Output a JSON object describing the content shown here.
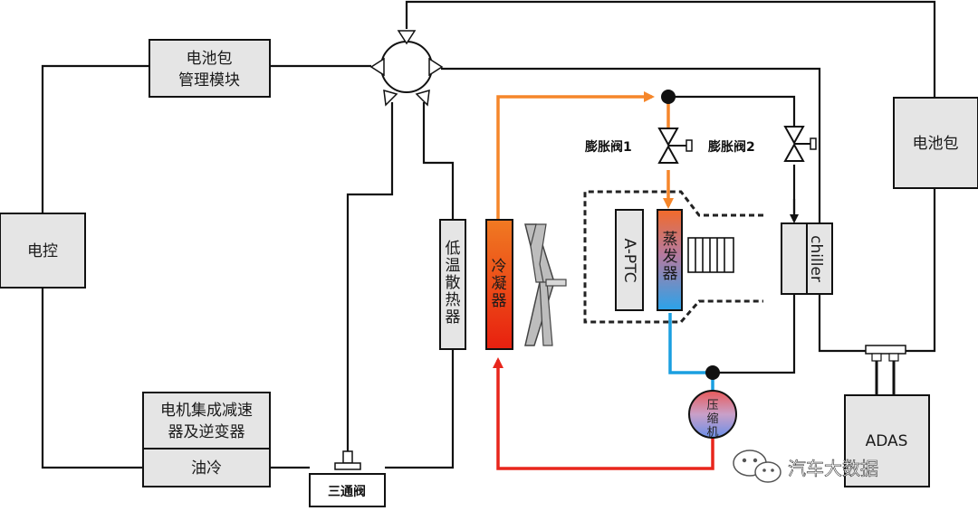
{
  "components": {
    "battery_mgmt": [
      "电池包",
      "管理模块"
    ],
    "ecu": "电控",
    "motor_unit": [
      "电机集成减速",
      "器及逆变器"
    ],
    "oil_cooling": "油冷",
    "three_way_valve": "三通阀",
    "low_temp_radiator": [
      "低",
      "温",
      "散",
      "热",
      "器"
    ],
    "condenser": [
      "冷",
      "凝",
      "器"
    ],
    "a_ptc": "A-PTC",
    "evaporator": [
      "蒸",
      "发",
      "器"
    ],
    "chiller": "chiller",
    "battery_pack": "电池包",
    "adas": "ADAS",
    "compressor": [
      "压",
      "缩",
      "机"
    ],
    "expansion_valve_1": "膨胀阀1",
    "expansion_valve_2": "膨胀阀2"
  },
  "watermark": "汽车大数据",
  "colors": {
    "box_fill": "#e5e5e5",
    "line": "#111111",
    "hot_red": "#e8261c",
    "warm_orange": "#f5862a",
    "cold_blue": "#1a9fe0"
  }
}
